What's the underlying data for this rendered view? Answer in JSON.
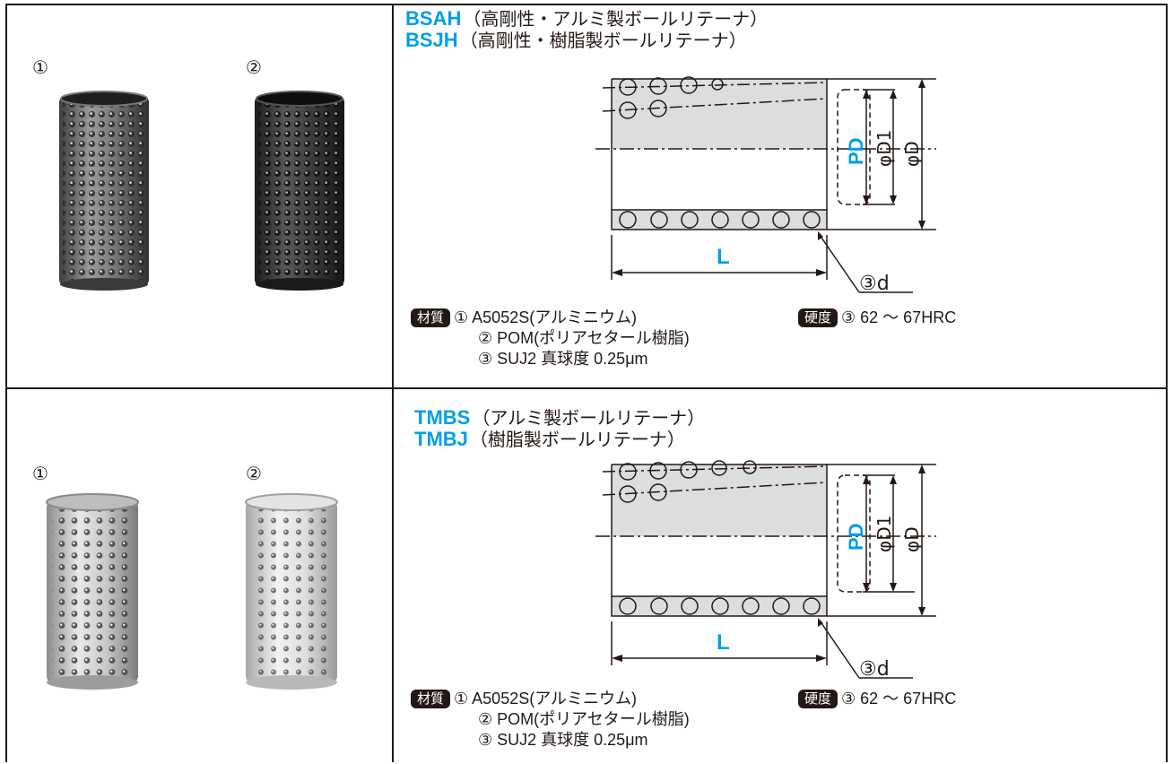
{
  "sections": [
    {
      "photo_labels": [
        "①",
        "②"
      ],
      "title_lines": [
        {
          "code": "BSAH",
          "desc": "（高剛性・アルミ製ボールリテーナ）"
        },
        {
          "code": "BSJH",
          "desc": "（高剛性・樹脂製ボールリテーナ）"
        }
      ],
      "dimension_labels": {
        "length": "L",
        "pitch": "PD",
        "inner": "φD1",
        "outer": "φD",
        "ball": "③d"
      },
      "material_tag": "材質",
      "materials": [
        "① A5052S(アルミニウム)",
        "② POM(ポリアセタール樹脂)",
        "③ SUJ2 真球度 0.25μm"
      ],
      "hardness_tag": "硬度",
      "hardness": "③ 62 ～ 67HRC"
    },
    {
      "photo_labels": [
        "①",
        "②"
      ],
      "title_lines": [
        {
          "code": "TMBS",
          "desc": "（アルミ製ボールリテーナ）"
        },
        {
          "code": "TMBJ",
          "desc": "（樹脂製ボールリテーナ）"
        }
      ],
      "dimension_labels": {
        "length": "L",
        "pitch": "PD",
        "inner": "φD1",
        "outer": "φD",
        "ball": "③d"
      },
      "material_tag": "材質",
      "materials": [
        "① A5052S(アルミニウム)",
        "② POM(ポリアセタール樹脂)",
        "③ SUJ2 真球度 0.25μm"
      ],
      "hardness_tag": "硬度",
      "hardness": "③ 62 ～ 67HRC"
    }
  ],
  "colors": {
    "accent": "#009fe8",
    "ink": "#231815",
    "shade": "#dcdddd"
  }
}
